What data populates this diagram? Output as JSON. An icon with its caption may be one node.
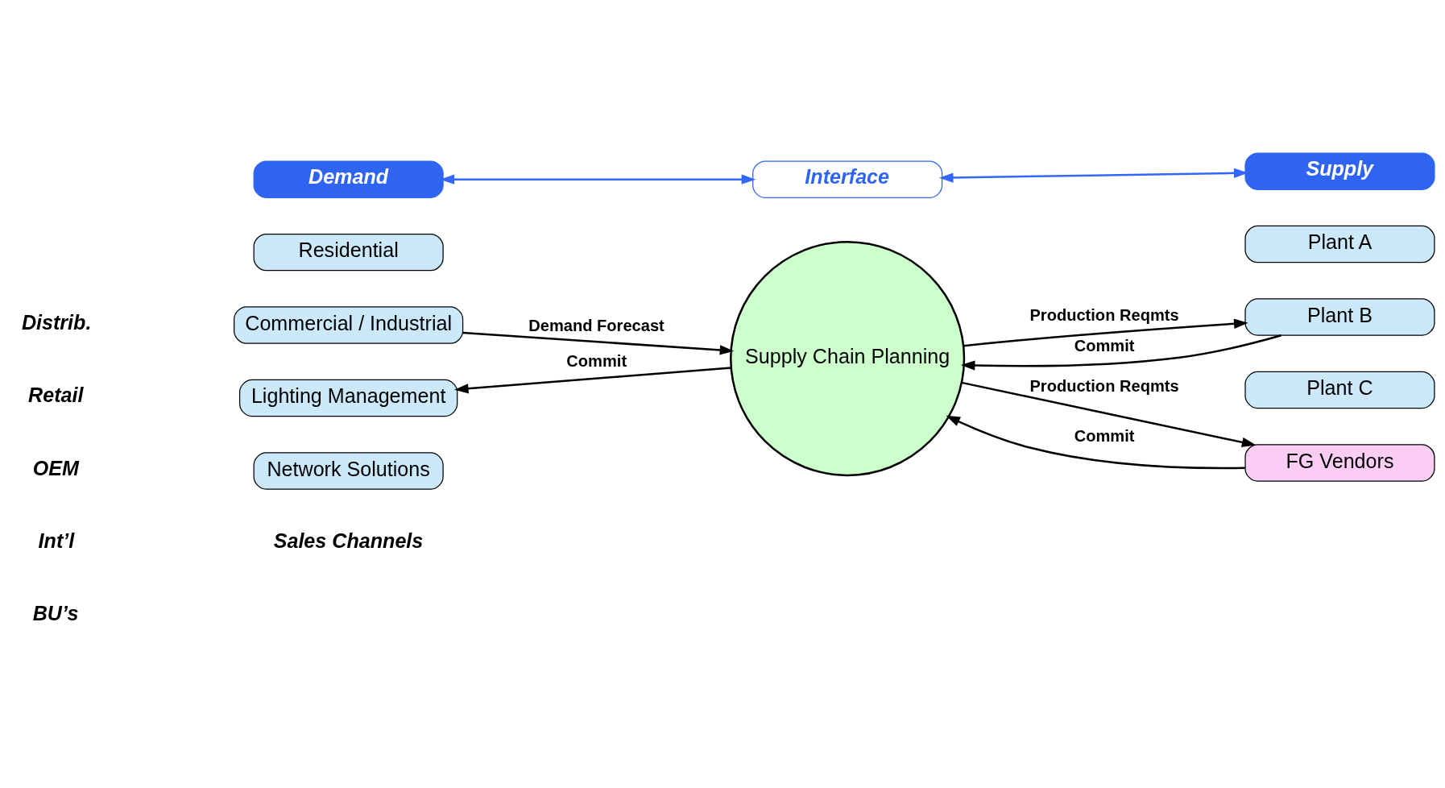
{
  "diagram": {
    "nodes": [
      {
        "text": [
          "Demand"
        ]
      },
      {
        "text": [
          "Interface"
        ]
      },
      {
        "text": [
          "Supply"
        ]
      },
      {
        "text": [
          "Residential"
        ]
      },
      {
        "text": [
          "Commercial / Industrial"
        ]
      },
      {
        "text": [
          "Lighting Management"
        ]
      },
      {
        "text": [
          "Network Solutions"
        ]
      },
      {
        "text": [
          "Supply Chain Planning"
        ]
      },
      {
        "text": [
          "Plant A"
        ]
      },
      {
        "text": [
          "Plant B"
        ]
      },
      {
        "text": [
          "Plant C"
        ]
      },
      {
        "text": [
          "FG Vendors"
        ]
      }
    ],
    "edges": [
      {
        "from": 0,
        "to": 1,
        "arrow": "both",
        "color": "#3366ff"
      },
      {
        "from": 1,
        "to": 2,
        "arrow": "both",
        "color": "#3366ff"
      },
      {
        "from": 4,
        "to": 7,
        "arrow": "to",
        "label": "Demand Forecast"
      },
      {
        "from": 7,
        "to": 5,
        "arrow": "to",
        "label": "Commit"
      },
      {
        "from": 9,
        "to": 7,
        "arrow": "to",
        "label": "Commit"
      },
      {
        "from": 7,
        "to": 9,
        "arrow": "to",
        "label": "Production Reqmts"
      },
      {
        "from": 7,
        "to": 11,
        "arrow": "to",
        "label": "Production Reqmts"
      },
      {
        "from": 11,
        "to": 7,
        "arrow": "to",
        "label": "Commit"
      }
    ],
    "labels": [
      "Distrib.",
      "Retail",
      "OEM",
      "Int’l",
      "BU’s",
      "Sales Channels"
    ]
  }
}
